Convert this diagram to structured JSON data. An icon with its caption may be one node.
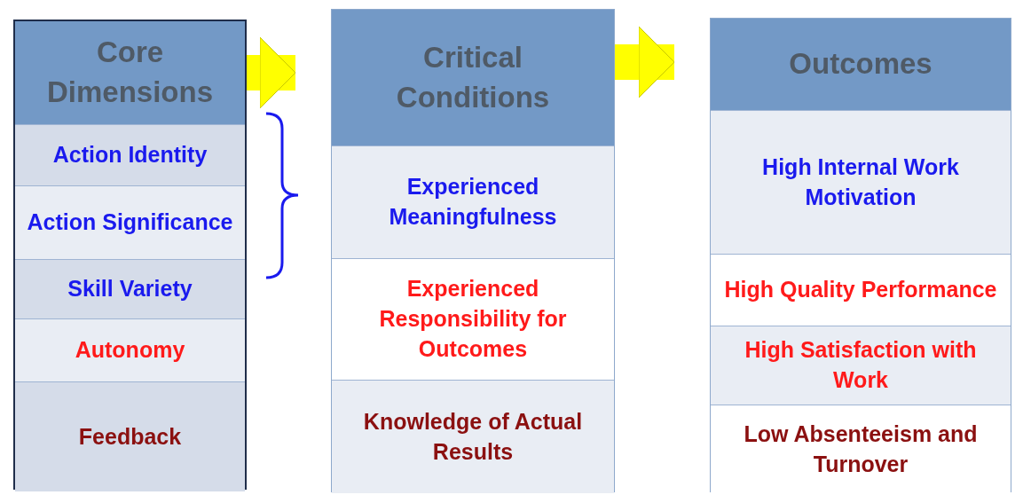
{
  "diagram": {
    "nodes": [
      {
        "text": [
          "Core Dimensions"
        ]
      },
      {
        "text": [
          "Action Identity"
        ],
        "in": 0
      },
      {
        "text": [
          "Action Significance"
        ],
        "in": 0
      },
      {
        "text": [
          "Skill Variety"
        ],
        "in": 0
      },
      {
        "text": [
          "Autonomy"
        ],
        "in": 0
      },
      {
        "text": [
          "Feedback"
        ],
        "in": 0
      },
      {
        "text": [
          "Critical Conditions"
        ]
      },
      {
        "text": [
          "Experienced Meaningfulness"
        ],
        "in": 6
      },
      {
        "text": [
          "Experienced Responsibility for Outcomes"
        ],
        "in": 6
      },
      {
        "text": [
          "Knowledge of Actual Results"
        ],
        "in": 6
      },
      {
        "text": [
          "Outcomes"
        ]
      },
      {
        "text": [
          "High Internal Work Motivation"
        ],
        "in": 10
      },
      {
        "text": [
          "High Quality Performance"
        ],
        "in": 10
      },
      {
        "text": [
          "High Satisfaction with Work"
        ],
        "in": 10
      },
      {
        "text": [
          "Low Absenteeism and Turnover"
        ],
        "in": 10
      }
    ],
    "edges": [
      {
        "from": 0,
        "to": 6,
        "arrow": "to"
      },
      {
        "from": 6,
        "to": 10,
        "arrow": "to"
      }
    ]
  }
}
